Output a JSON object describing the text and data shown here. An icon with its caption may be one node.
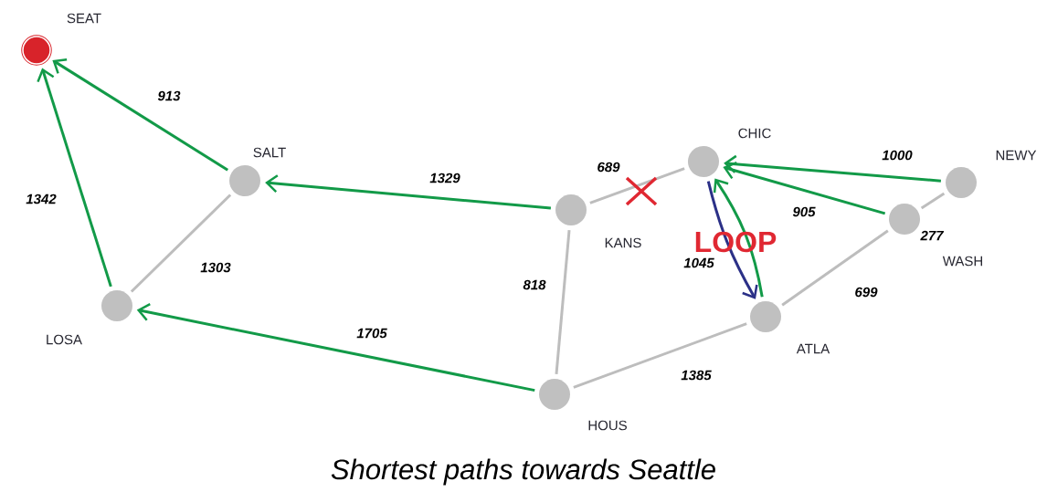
{
  "diagram": {
    "caption": "Shortest paths towards Seattle",
    "nodes": [
      {
        "text": [],
        "shape": "circle",
        "beside": [
          "SEAT"
        ]
      },
      {
        "text": [],
        "shape": "circle",
        "beside": [
          "SALT"
        ]
      },
      {
        "text": [],
        "shape": "circle",
        "beside": [
          "LOSA"
        ]
      },
      {
        "text": [],
        "shape": "circle",
        "beside": [
          "KANS"
        ]
      },
      {
        "text": [],
        "shape": "circle",
        "beside": [
          "CHIC"
        ]
      },
      {
        "text": [],
        "shape": "circle",
        "beside": [
          "NEWY"
        ]
      },
      {
        "text": [],
        "shape": "circle",
        "beside": [
          "WASH"
        ]
      },
      {
        "text": [],
        "shape": "circle",
        "beside": [
          "ATLA"
        ]
      },
      {
        "text": [],
        "shape": "circle",
        "beside": [
          "HOUS"
        ]
      }
    ],
    "edges": [
      {
        "from": 1,
        "to": 0,
        "arrow": "to",
        "label": "913"
      },
      {
        "from": 2,
        "to": 0,
        "arrow": "to",
        "label": "1342"
      },
      {
        "from": 3,
        "to": 1,
        "arrow": "to",
        "label": "1329"
      },
      {
        "from": 8,
        "to": 2,
        "arrow": "to",
        "label": "1705"
      },
      {
        "from": 5,
        "to": 4,
        "arrow": "to",
        "label": "1000"
      },
      {
        "from": 6,
        "to": 4,
        "arrow": "to",
        "label": "905"
      },
      {
        "from": 7,
        "to": 4,
        "arrow": "to"
      },
      {
        "from": 4,
        "to": 7,
        "arrow": "to",
        "label": "1045",
        "color": "#2b3087"
      },
      {
        "from": 1,
        "to": 2,
        "arrow": "none",
        "label": "1303",
        "color": "#bdbdbd"
      },
      {
        "from": 3,
        "to": 4,
        "arrow": "none",
        "label": "689",
        "color": "#bdbdbd"
      },
      {
        "from": 3,
        "to": 8,
        "arrow": "none",
        "label": "818",
        "color": "#bdbdbd"
      },
      {
        "from": 8,
        "to": 7,
        "arrow": "none",
        "label": "1385",
        "color": "#bdbdbd"
      },
      {
        "from": 7,
        "to": 6,
        "arrow": "none",
        "label": "699",
        "color": "#bdbdbd"
      },
      {
        "from": 6,
        "to": 5,
        "arrow": "none",
        "label": "277",
        "color": "#bdbdbd"
      }
    ],
    "labels": [
      "LOOP"
    ]
  }
}
